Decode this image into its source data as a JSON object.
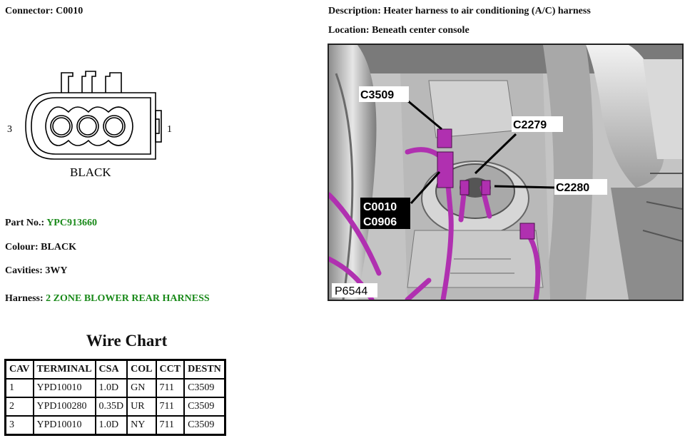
{
  "connector": {
    "label": "Connector:",
    "value": "C0010"
  },
  "description": {
    "label": "Description:",
    "value": "Heater harness to air conditioning (A/C) harness"
  },
  "location": {
    "label": "Location:",
    "value": "Beneath center console"
  },
  "connector_diagram": {
    "pin_left": "3",
    "pin_right": "1",
    "color_label": "BLACK"
  },
  "part_no": {
    "label": "Part No.:",
    "value": "YPC913660"
  },
  "colour": {
    "label": "Colour:",
    "value": "BLACK"
  },
  "cavities": {
    "label": "Cavities:",
    "value": "3WY"
  },
  "harness": {
    "label": "Harness:",
    "value": "2 ZONE BLOWER REAR HARNESS"
  },
  "photo": {
    "callouts": [
      "C3509",
      "C2279",
      "C2280",
      "C0010",
      "C0906"
    ],
    "figure_id": "P6544"
  },
  "wire_chart": {
    "title": "Wire Chart",
    "headers": [
      "CAV",
      "TERMINAL",
      "CSA",
      "COL",
      "CCT",
      "DESTN"
    ],
    "rows": [
      [
        "1",
        "YPD10010",
        "1.0D",
        "GN",
        "711",
        "C3509"
      ],
      [
        "2",
        "YPD100280",
        "0.35D",
        "UR",
        "711",
        "C3509"
      ],
      [
        "3",
        "YPD10010",
        "1.0D",
        "NY",
        "711",
        "C3509"
      ]
    ]
  },
  "colors": {
    "value_green": "#1a8a1a",
    "harness_purple": "#b030b0"
  }
}
